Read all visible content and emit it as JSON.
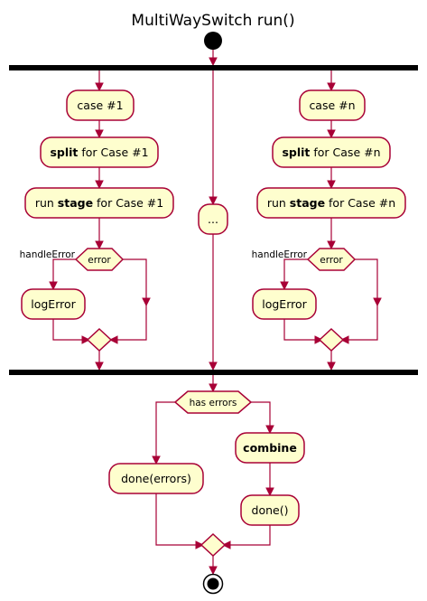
{
  "title": "MultiWaySwitch run()",
  "colors": {
    "node_fill": "#FEFECE",
    "node_stroke": "#A80036",
    "edge": "#A80036",
    "bar": "#000000"
  },
  "nodes": {
    "case1": "case #1",
    "split1_bold": "split",
    "split1_rest": " for Case #1",
    "stage1_pre": "run ",
    "stage1_bold": "stage",
    "stage1_rest": " for Case #1",
    "error1": "error",
    "handle1": "handleError",
    "log1": "logError",
    "ellipsis": "...",
    "casen": "case #n",
    "splitn_bold": "split",
    "splitn_rest": " for Case #n",
    "stagen_pre": "run ",
    "stagen_bold": "stage",
    "stagen_rest": " for Case #n",
    "errorn": "error",
    "handlen": "handleError",
    "logn": "logError",
    "has_errors": "has errors",
    "combine": "combine",
    "done_errors": "done(errors)",
    "done": "done()"
  }
}
